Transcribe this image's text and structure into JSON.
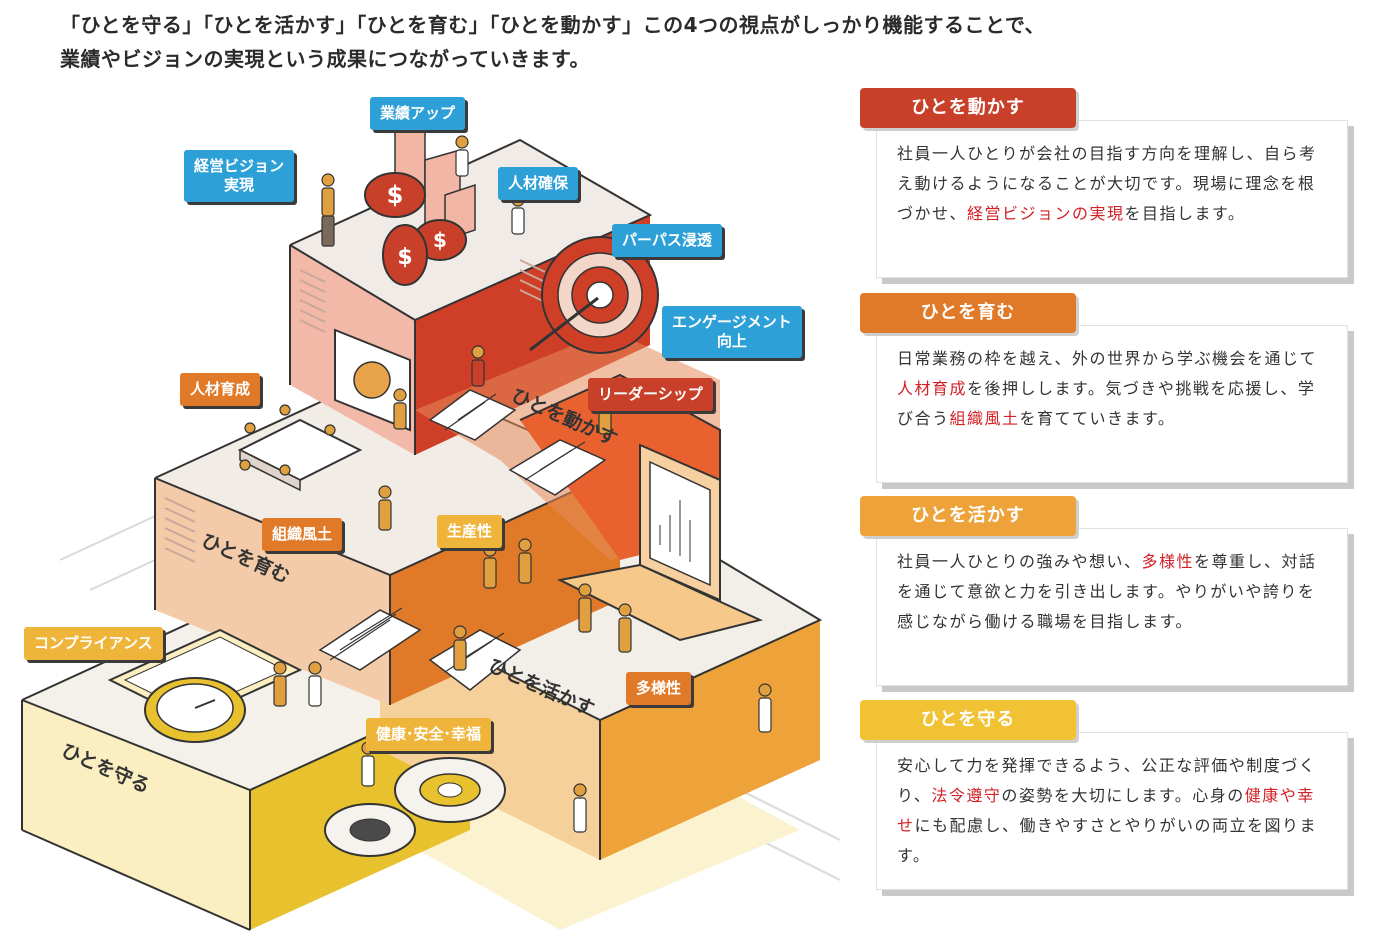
{
  "intro": {
    "line1": "「ひとを守る」「ひとを活かす」「ひとを育む」「ひとを動かす」この4つの視点がしっかり機能することで、",
    "line2": "業績やビジョンの実現という成果につながっていきます。"
  },
  "colors": {
    "move": "#c9402a",
    "grow": "#e07a28",
    "utilize": "#eea23a",
    "protect": "#f1c233",
    "label_blue": "#2ea0d8",
    "highlight": "#d32027"
  },
  "illustration": {
    "step_labels": {
      "protect": "ひとを守る",
      "utilize": "ひとを活かす",
      "grow": "ひとを育む",
      "move": "ひとを動かす"
    },
    "labels": {
      "gyoseki": "業績アップ",
      "keiei_line1": "経営ビジョン",
      "keiei_line2": "実現",
      "jinzai_kakuho": "人材確保",
      "purpose": "パーパス浸透",
      "engage_line1": "エンゲージメント",
      "engage_line2": "向上",
      "leadership": "リーダーシップ",
      "jinzai_ikusei": "人材育成",
      "soshiki": "組織風土",
      "seisansei": "生産性",
      "compliance": "コンプライアンス",
      "tayosei": "多様性",
      "kenko": "健康･安全･幸福"
    }
  },
  "cards": {
    "move": {
      "title": "ひとを動かす",
      "t1": "社員一人ひとりが会社の目指す方向を理解し、自ら考え動けるようになることが大切です。現場に理念を根づかせ、",
      "h1": "経営ビジョンの実現",
      "t2": "を目指します。"
    },
    "grow": {
      "title": "ひとを育む",
      "t1": "日常業務の枠を越え、外の世界から学ぶ機会を通じて",
      "h1": "人材育成",
      "t2": "を後押しします。気づきや挑戦を応援し、学び合う",
      "h2": "組織風土",
      "t3": "を育てていきます。"
    },
    "utilize": {
      "title": "ひとを活かす",
      "t1": "社員一人ひとりの強みや想い、",
      "h1": "多様性",
      "t2": "を尊重し、対話を通じて意欲と力を引き出します。やりがいや誇りを感じながら働ける職場を目指します。"
    },
    "protect": {
      "title": "ひとを守る",
      "t1": "安心して力を発揮できるよう、公正な評価や制度づくり、",
      "h1": "法令遵守",
      "t2": "の姿勢を大切にします。心身の",
      "h2": "健康や幸せ",
      "t3": "にも配慮し、働きやすさとやりがいの両立を図ります。"
    }
  }
}
